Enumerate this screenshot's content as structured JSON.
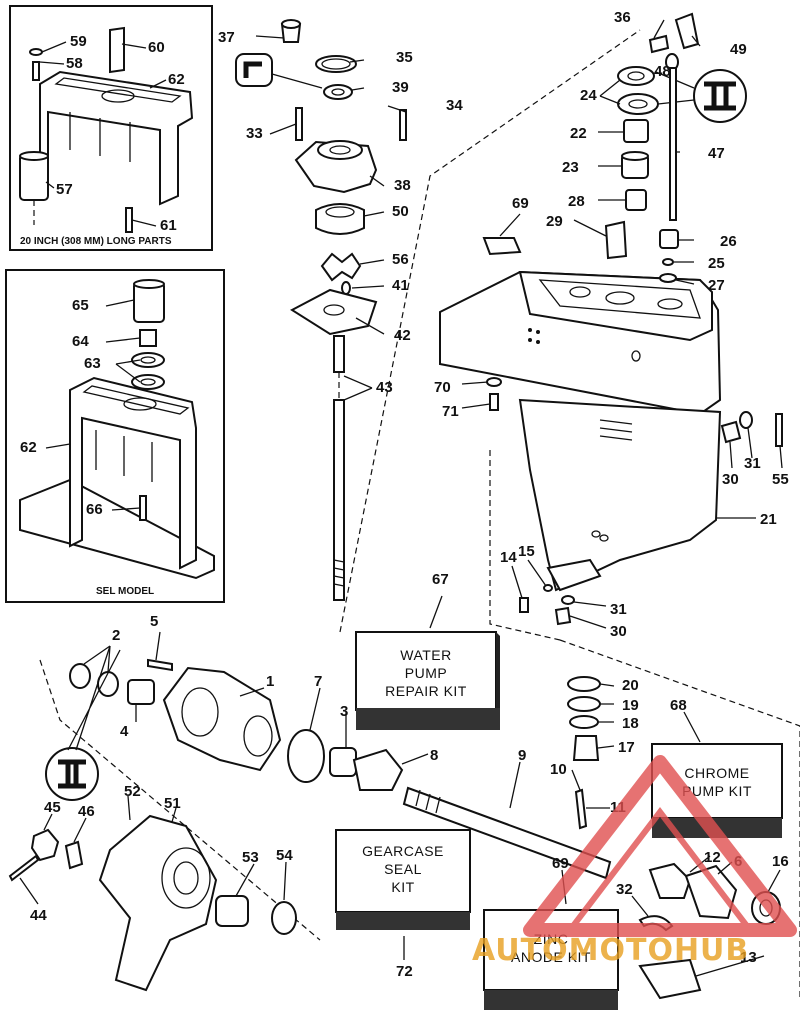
{
  "insets": {
    "long_parts_caption": "20 INCH (308 MM) LONG PARTS",
    "sel_model_caption": "SEL MODEL"
  },
  "kits": {
    "water_pump": [
      "WATER",
      "PUMP",
      "REPAIR KIT"
    ],
    "chrome_pump": [
      "CHROME",
      "PUMP KIT"
    ],
    "gearcase_seal": [
      "GEARCASE",
      "SEAL",
      "KIT"
    ],
    "zinc_anode": [
      "ZINC",
      "ANODE KIT"
    ]
  },
  "watermark": {
    "text": "AUTOMOTOHUB",
    "color": "#e8a020",
    "triangle_color": "#e05050"
  },
  "callouts": [
    "59",
    "60",
    "58",
    "62",
    "57",
    "61",
    "65",
    "64",
    "63",
    "62",
    "66",
    "37",
    "35",
    "39",
    "34",
    "33",
    "38",
    "50",
    "56",
    "41",
    "42",
    "43",
    "36",
    "49",
    "48",
    "24",
    "22",
    "47",
    "23",
    "28",
    "29",
    "69",
    "26",
    "25",
    "27",
    "70",
    "71",
    "30",
    "31",
    "55",
    "21",
    "14",
    "15",
    "31",
    "30",
    "67",
    "2",
    "5",
    "1",
    "7",
    "4",
    "3",
    "8",
    "20",
    "19",
    "18",
    "68",
    "17",
    "10",
    "11",
    "9",
    "45",
    "46",
    "52",
    "51",
    "53",
    "54",
    "44",
    "69",
    "12",
    "6",
    "16",
    "32",
    "13",
    "72"
  ]
}
